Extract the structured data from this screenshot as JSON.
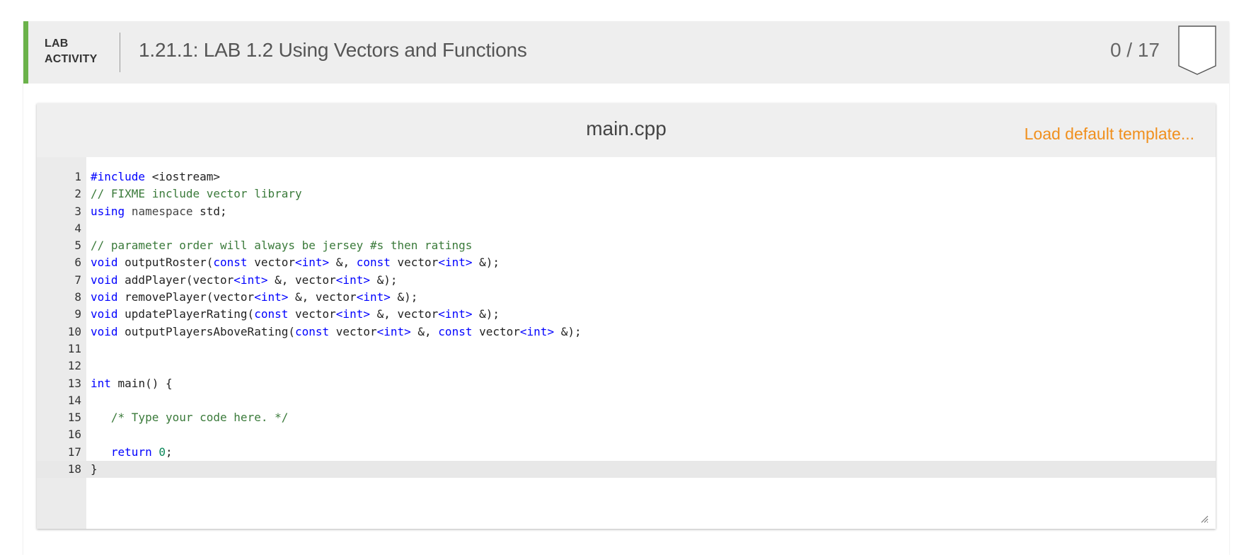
{
  "activity": {
    "type_line1": "LAB",
    "type_line2": "ACTIVITY",
    "title": "1.21.1: LAB 1.2 Using Vectors and Functions",
    "score": "0 / 17"
  },
  "editor": {
    "filename": "main.cpp",
    "load_template": "Load default template...",
    "lines": [
      "#include <iostream>",
      "// FIXME include vector library",
      "using namespace std;",
      "",
      "// parameter order will always be jersey #s then ratings",
      "void outputRoster(const vector<int> &, const vector<int> &);",
      "void addPlayer(vector<int> &, vector<int> &);",
      "void removePlayer(vector<int> &, vector<int> &);",
      "void updatePlayerRating(const vector<int> &, vector<int> &);",
      "void outputPlayersAboveRating(const vector<int> &, const vector<int> &);",
      "",
      "",
      "int main() {",
      "",
      "   /* Type your code here. */",
      "",
      "   return 0;",
      "}"
    ],
    "active_line": 18
  },
  "colors": {
    "accent_bar": "#6bb24a",
    "link": "#f0901e",
    "keyword": "#0000ff",
    "comment": "#3a7a3a",
    "number": "#098658"
  }
}
